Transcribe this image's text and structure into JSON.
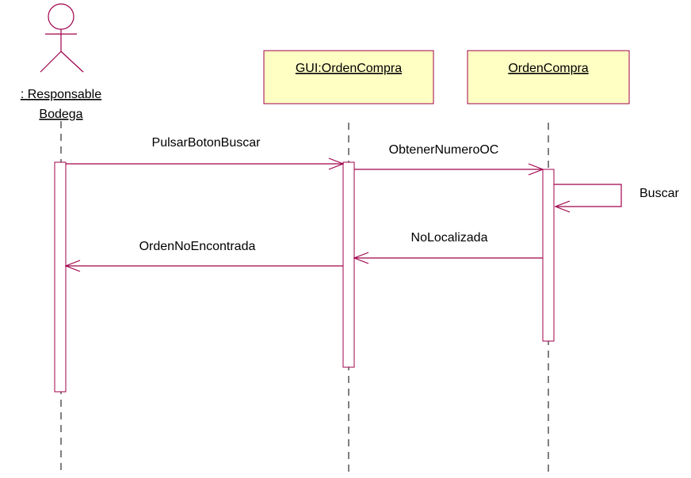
{
  "actor": {
    "name_line1": ": Responsable",
    "name_line2": "Bodega"
  },
  "objects": [
    {
      "label": "GUI:OrdenCompra"
    },
    {
      "label": "OrdenCompra"
    }
  ],
  "messages": [
    {
      "label": "PulsarBotonBuscar"
    },
    {
      "label": "ObtenerNumeroOC"
    },
    {
      "label": "Buscar"
    },
    {
      "label": "NoLocalizada"
    },
    {
      "label": "OrdenNoEncontrada"
    }
  ],
  "colors": {
    "line": "#A0004B",
    "object_fill": "#FFFFC4",
    "lifeline": "#000000"
  }
}
